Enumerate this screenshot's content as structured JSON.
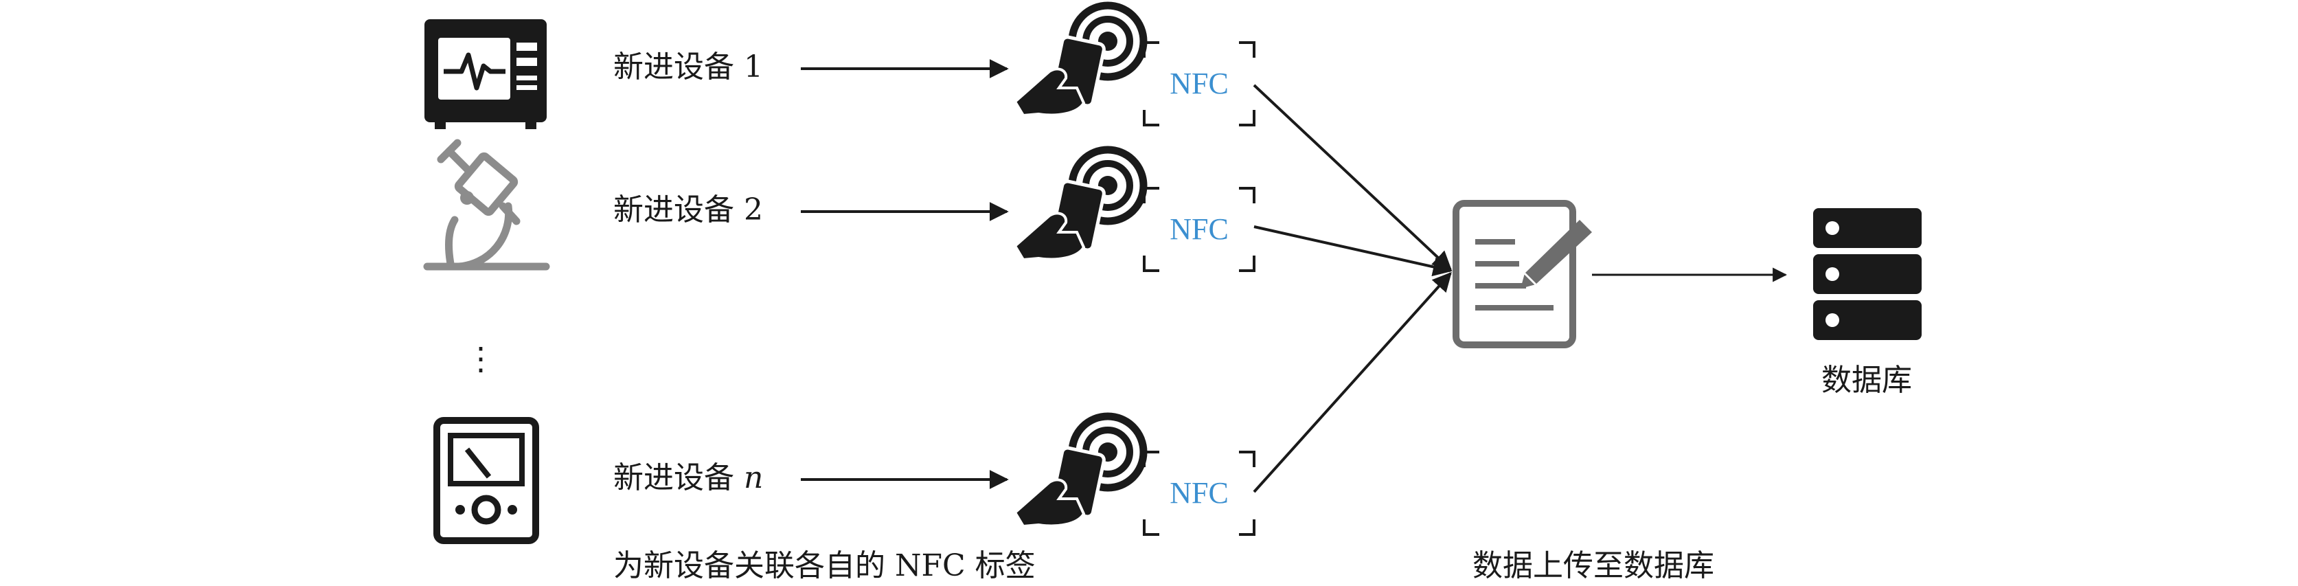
{
  "devices": [
    {
      "prefix": "新进设备 ",
      "index": "1",
      "icon": "monitor-icon"
    },
    {
      "prefix": "新进设备 ",
      "index": "2",
      "icon": "microscope-icon"
    },
    {
      "prefix": "新进设备 ",
      "index": "n",
      "icon": "meter-icon"
    }
  ],
  "ellipsis": "⋮",
  "nfc_label": "NFC",
  "database_label": "数据库",
  "caption_left": "为新设备关联各自的 NFC 标签",
  "caption_right": "数据上传至数据库",
  "colors": {
    "ink": "#1a1a1a",
    "gray_icon": "#8c8c8c",
    "doc_icon": "#6d6d6d",
    "nfc_blue": "#3b8fd0"
  }
}
